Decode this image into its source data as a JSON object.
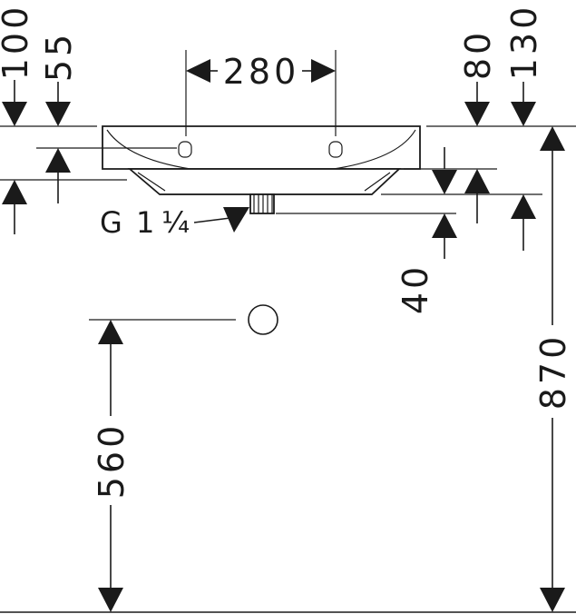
{
  "dimensions": {
    "tap_hole_spacing": "280",
    "rim_top_left": "100",
    "tap_hole_depth": "55",
    "basin_depth_right": "80",
    "total_depth_right": "130",
    "waste_below_basin": "40",
    "waste_height": "560",
    "total_height": "870"
  },
  "waste_thread": {
    "g": "G",
    "one": "1",
    "quarter": "¼"
  },
  "colors": {
    "line": "#1a1a1a",
    "background": "#ffffff"
  }
}
